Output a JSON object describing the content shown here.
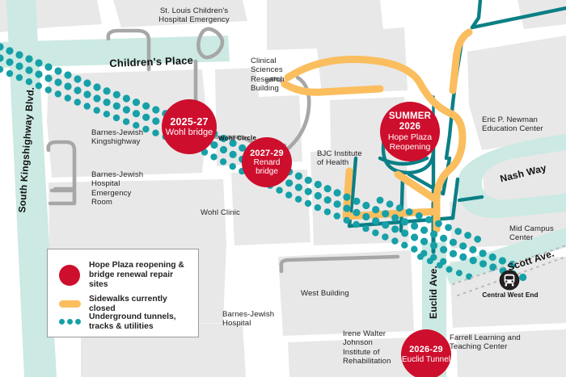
{
  "map": {
    "title": "Hope Plaza reopening & bridge renewal repair sites map",
    "colors": {
      "marker_red": "#ce0e2d",
      "sidewalk_yellow": "#fbbe5e",
      "tunnel_teal": "#16a0a8",
      "road_teal": "#0b7f86",
      "street_ribbon": "#cce9e3",
      "building_gray": "#e8e8e8",
      "path_gray": "#a7a7a7",
      "background": "#ffffff",
      "text": "#231f20"
    }
  },
  "streets": [
    {
      "name": "Children's Place",
      "label": "Children's Place"
    },
    {
      "name": "South Kingshighway Blvd.",
      "label": "South Kingshighway Blvd."
    },
    {
      "name": "Wohl Circle",
      "label": "Wohl Circle"
    },
    {
      "name": "Nash Way",
      "label": "Nash Way"
    },
    {
      "name": "Scott Ave.",
      "label": "Scott Ave."
    },
    {
      "name": "Euclid Ave.",
      "label": "Euclid Ave."
    }
  ],
  "buildings": [
    {
      "id": "stl-childrens",
      "label": "St. Louis Children's\nHospital Emergency"
    },
    {
      "id": "clinical-sciences",
      "label": "Clinical\nSciences\nResearch\nBuilding"
    },
    {
      "id": "barnes-kingshighway",
      "label": "Barnes-Jewish\nKingshighway"
    },
    {
      "id": "barnes-er",
      "label": "Barnes-Jewish\nHospital\nEmergency\nRoom"
    },
    {
      "id": "wohl-clinic",
      "label": "Wohl Clinic"
    },
    {
      "id": "bjc-institute",
      "label": "BJC Institute\nof Health"
    },
    {
      "id": "eric-newman",
      "label": "Eric P. Newman\nEducation Center"
    },
    {
      "id": "mid-campus",
      "label": "Mid Campus\nCenter"
    },
    {
      "id": "barnes-hospital",
      "label": "Barnes-Jewish\nHospital"
    },
    {
      "id": "west-building",
      "label": "West Building"
    },
    {
      "id": "irene-walter",
      "label": "Irene Walter\nJohnson\nInstitute of\nRehabilitation"
    },
    {
      "id": "farrell",
      "label": "Farrell Learning and\nTeaching Center"
    }
  ],
  "markers": [
    {
      "id": "wohl-bridge",
      "years": "2025-27",
      "name": "Wohl\nbridge"
    },
    {
      "id": "renard-bridge",
      "years": "2027-29",
      "name": "Renard\nbridge"
    },
    {
      "id": "hope-plaza",
      "years": "SUMMER\n2026",
      "name": "Hope Plaza\nReopening"
    },
    {
      "id": "euclid-tunnel",
      "years": "2026-29",
      "name": "Euclid\nTunnel"
    }
  ],
  "legend": {
    "items": [
      {
        "swatch": "red-circle",
        "label": "Hope Plaza reopening &\nbridge renewal repair sites"
      },
      {
        "swatch": "yellow-bar",
        "label": "Sidewalks currently closed"
      },
      {
        "swatch": "teal-dots",
        "label": "Underground tunnels,\ntracks & utilities"
      }
    ]
  },
  "transit": {
    "station_label": "Central West End",
    "station_icon": "metro-train-icon"
  }
}
